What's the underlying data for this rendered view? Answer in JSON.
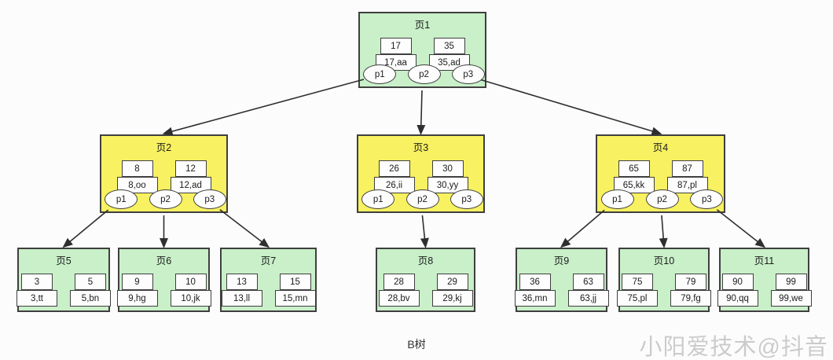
{
  "caption": "B树",
  "watermark": "小阳爱技术@抖音",
  "colors": {
    "leaf_and_root_fill": "#c9f0c9",
    "internal_fill": "#f8f161",
    "node_border": "#3f3f3f",
    "arrow": "#2f2f2f",
    "background": "#fcfcfc",
    "watermark_gray": "#cbcbcb"
  },
  "nodes": [
    {
      "id": "page1",
      "title": "页1",
      "fill": "green",
      "cells": [
        {
          "key": "17",
          "value": "17,aa"
        },
        {
          "key": "35",
          "value": "35,ad"
        }
      ],
      "pointers": [
        "p1",
        "p2",
        "p3"
      ]
    },
    {
      "id": "page2",
      "title": "页2",
      "fill": "yellow",
      "cells": [
        {
          "key": "8",
          "value": "8,oo"
        },
        {
          "key": "12",
          "value": "12,ad"
        }
      ],
      "pointers": [
        "p1",
        "p2",
        "p3"
      ]
    },
    {
      "id": "page3",
      "title": "页3",
      "fill": "yellow",
      "cells": [
        {
          "key": "26",
          "value": "26,ii"
        },
        {
          "key": "30",
          "value": "30,yy"
        }
      ],
      "pointers": [
        "p1",
        "p2",
        "p3"
      ]
    },
    {
      "id": "page4",
      "title": "页4",
      "fill": "yellow",
      "cells": [
        {
          "key": "65",
          "value": "65,kk"
        },
        {
          "key": "87",
          "value": "87,pl"
        }
      ],
      "pointers": [
        "p1",
        "p2",
        "p3"
      ]
    },
    {
      "id": "page5",
      "title": "页5",
      "fill": "green",
      "cells": [
        {
          "key": "3",
          "value": "3,tt"
        },
        {
          "key": "5",
          "value": "5,bn"
        }
      ],
      "pointers": []
    },
    {
      "id": "page6",
      "title": "页6",
      "fill": "green",
      "cells": [
        {
          "key": "9",
          "value": "9,hg"
        },
        {
          "key": "10",
          "value": "10,jk"
        }
      ],
      "pointers": []
    },
    {
      "id": "page7",
      "title": "页7",
      "fill": "green",
      "cells": [
        {
          "key": "13",
          "value": "13,ll"
        },
        {
          "key": "15",
          "value": "15,mn"
        }
      ],
      "pointers": []
    },
    {
      "id": "page8",
      "title": "页8",
      "fill": "green",
      "cells": [
        {
          "key": "28",
          "value": "28,bv"
        },
        {
          "key": "29",
          "value": "29,kj"
        }
      ],
      "pointers": []
    },
    {
      "id": "page9",
      "title": "页9",
      "fill": "green",
      "cells": [
        {
          "key": "36",
          "value": "36,mn"
        },
        {
          "key": "63",
          "value": "63,jj"
        }
      ],
      "pointers": []
    },
    {
      "id": "page10",
      "title": "页10",
      "fill": "green",
      "cells": [
        {
          "key": "75",
          "value": "75,pl"
        },
        {
          "key": "79",
          "value": "79,fg"
        }
      ],
      "pointers": []
    },
    {
      "id": "page11",
      "title": "页11",
      "fill": "green",
      "cells": [
        {
          "key": "90",
          "value": "90,qq"
        },
        {
          "key": "99",
          "value": "99,we"
        }
      ],
      "pointers": []
    }
  ],
  "edges": [
    {
      "from": "page1",
      "pointer": "p1",
      "to": "page2"
    },
    {
      "from": "page1",
      "pointer": "p2",
      "to": "page3"
    },
    {
      "from": "page1",
      "pointer": "p3",
      "to": "page4"
    },
    {
      "from": "page2",
      "pointer": "p1",
      "to": "page5"
    },
    {
      "from": "page2",
      "pointer": "p2",
      "to": "page6"
    },
    {
      "from": "page2",
      "pointer": "p3",
      "to": "page7"
    },
    {
      "from": "page3",
      "pointer": "p2",
      "to": "page8"
    },
    {
      "from": "page4",
      "pointer": "p1",
      "to": "page9"
    },
    {
      "from": "page4",
      "pointer": "p2",
      "to": "page10"
    },
    {
      "from": "page4",
      "pointer": "p3",
      "to": "page11"
    }
  ]
}
